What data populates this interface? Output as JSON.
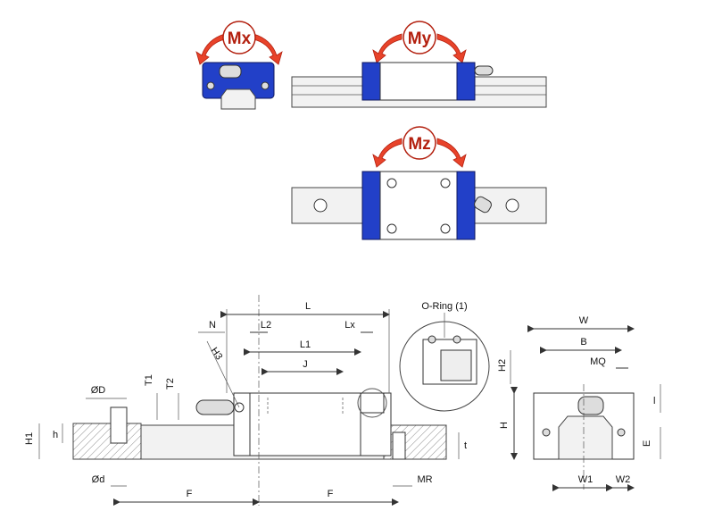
{
  "moments": {
    "mx": "Mx",
    "my": "My",
    "mz": "Mz"
  },
  "dimensions": {
    "L": "L",
    "N": "N",
    "L2": "L2",
    "Lx": "Lx",
    "L1": "L1",
    "J": "J",
    "H3": "H3",
    "T1": "T1",
    "T2": "T2",
    "D": "ØD",
    "h": "h",
    "H1": "H1",
    "d": "Ød",
    "F_left": "F",
    "F_right": "F",
    "MR": "MR",
    "t": "t",
    "oring": "O-Ring (1)",
    "H2": "H2",
    "W": "W",
    "B": "B",
    "MQ": "MQ",
    "H": "H",
    "l": "l",
    "E": "E",
    "W1": "W1",
    "W2": "W2"
  },
  "colors": {
    "block": "#2240c8",
    "arrow": "#e8432a",
    "moment_text": "#b3200f"
  }
}
